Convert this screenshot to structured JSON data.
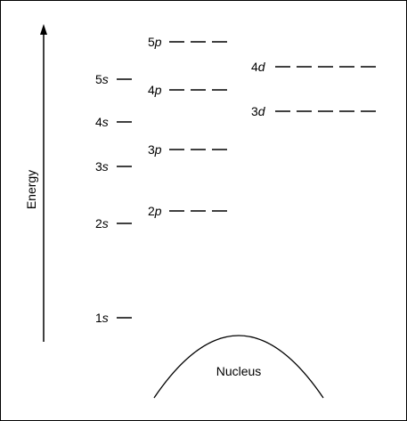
{
  "axis": {
    "label": "Energy"
  },
  "nucleus": {
    "label": "Nucleus"
  },
  "orbitals": [
    {
      "id": "1s",
      "n": "1",
      "l": "s",
      "boxes": 1
    },
    {
      "id": "2s",
      "n": "2",
      "l": "s",
      "boxes": 1
    },
    {
      "id": "2p",
      "n": "2",
      "l": "p",
      "boxes": 3
    },
    {
      "id": "3s",
      "n": "3",
      "l": "s",
      "boxes": 1
    },
    {
      "id": "3p",
      "n": "3",
      "l": "p",
      "boxes": 3
    },
    {
      "id": "4s",
      "n": "4",
      "l": "s",
      "boxes": 1
    },
    {
      "id": "3d",
      "n": "3",
      "l": "d",
      "boxes": 5
    },
    {
      "id": "4p",
      "n": "4",
      "l": "p",
      "boxes": 3
    },
    {
      "id": "5s",
      "n": "5",
      "l": "s",
      "boxes": 1
    },
    {
      "id": "4d",
      "n": "4",
      "l": "d",
      "boxes": 5
    },
    {
      "id": "5p",
      "n": "5",
      "l": "p",
      "boxes": 3
    }
  ]
}
